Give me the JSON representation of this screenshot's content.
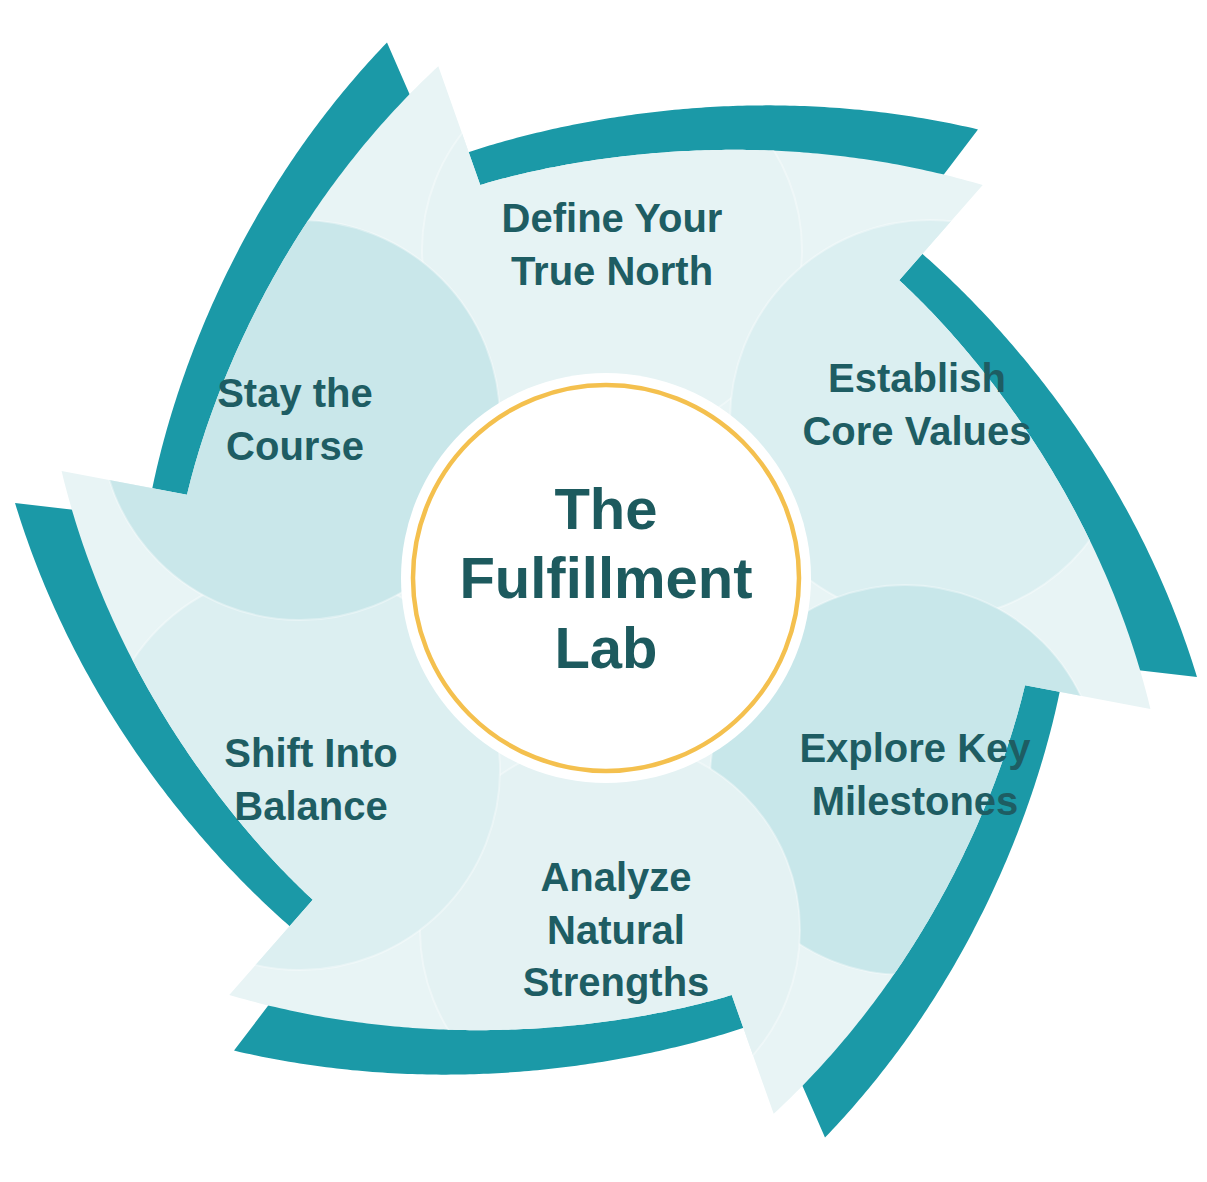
{
  "diagram": {
    "nodes": [
      {
        "text": [
          "The Fulfillment Lab"
        ]
      },
      {
        "text": [
          "Define Your True North"
        ]
      },
      {
        "text": [
          "Establish Core Values"
        ]
      },
      {
        "text": [
          "Explore Key Milestones"
        ]
      },
      {
        "text": [
          "Analyze Natural Strengths"
        ]
      },
      {
        "text": [
          "Shift Into Balance"
        ]
      },
      {
        "text": [
          "Stay the Course"
        ]
      }
    ]
  }
}
